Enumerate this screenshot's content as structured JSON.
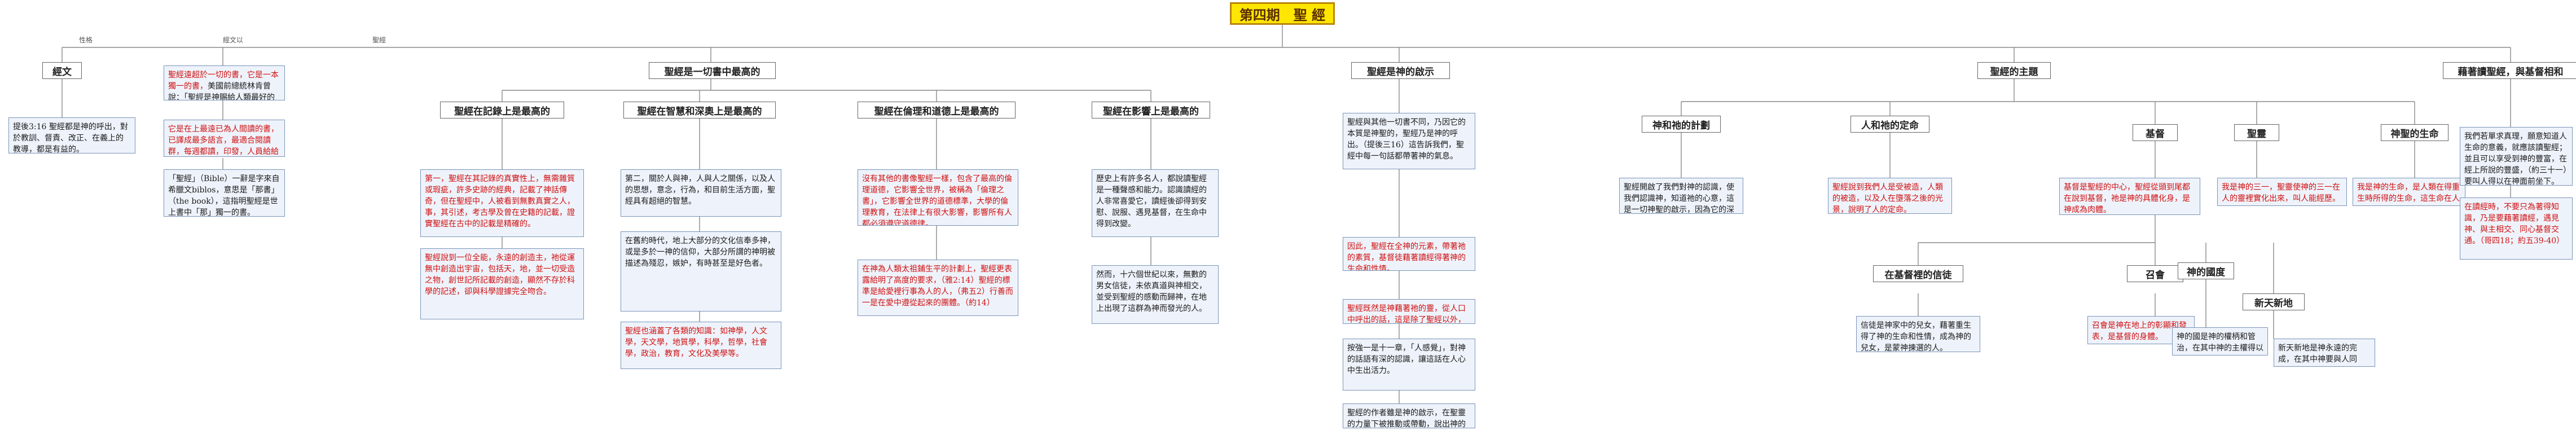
{
  "root": {
    "title": "第四期　聖 經"
  },
  "tags": {
    "t1": "性格",
    "t2": "經文以",
    "t3": "聖經"
  },
  "topics": {
    "jingwen": "經文",
    "zuigao": "聖經是一切書中最高的",
    "shenshi": "聖經是神的啟示",
    "zhuti": "聖經的主題",
    "duijiu": "藉著讀聖經，與基督相和",
    "jizai": "聖經在記錄上是最高的",
    "zhihui": "聖經在智慧和深奧上是最高的",
    "lunli": "聖經在倫理和道德上是最高的",
    "yingxiang": "聖經在影響上是最高的",
    "jihua": "神和祂的計劃",
    "dingming": "人和祂的定命",
    "jidu": "基督",
    "shengling": "聖靈",
    "shengming": "神聖的生命",
    "jiaohui": "在基督裡的信徒",
    "zhaohui": "召會",
    "guodu": "神的國度",
    "xintian": "新天新地"
  },
  "notes": {
    "n1": "提後3:16 聖經都是神的呼出，對於教訓、督責、改正、在義上的教導，都是有益的。",
    "n2a": "聖經遠超於一切的書，它是一本獨一的書，",
    "n2b": "美國前總統林肯曾說：「聖經是神賜給人類最好的禮物，救世主一切的美善，皆由此書傳給我們。」",
    "n3": "它是在上最遠已為人間讀的書，已譯成最多語言，最適合閱讀群，每週都讀，印發，人員給給轉向聖經，傳來安慰，發定和指引。",
    "n4": "「聖經」（Bible）一辭是字來自希臘文biblos，意思是「那書」（the book），這指明聖經是世上書中「那」獨一的書。",
    "n5a": "第一，聖經在其記錄的真實性上，無需雜質或瑕疵，許多史跡的經典，記載了神話傳奇，但在聖經中，人被看到無數真實之人，事，其引述，考古學及曾在史籍的記載，證實聖經在古中的記載是精確的。",
    "n5b": "聖經說到一位全能，永遠的創造主，祂從運無中創造出宇宙，包括天，地，並一切受造之物，創世記所記載的創造，顯然不存於科學的記述，卻與科學證據完全吻合。",
    "n6a": "第二，關於人與神，人與人之關係，以及人的思想，意念，行為，和目前生活方面，聖經具有超絕的智慧。",
    "n6b": "在舊約時代，地上大部分的文化信奉多神，或是多於一神的信仰，大部分所謂的神明被描述為殘忍，嫉妒，有時甚至是好色者。",
    "n6c": "聖經也涵蓋了各類的知識：如神學，人文學，天文學，地質學，科學，哲學，社會學，政治，教育，文化及美學等。",
    "n7a": "沒有其他的書像聖經一樣，包含了最高的倫理道德，它影響全世界，被稱為「倫理之書」，它影響全世界的道德標準，大學的倫理教育，在法律上有很大影響，影響所有人都必須遵守道德律。",
    "n7b": "在神為人類太祖鋪生平的計劃上，聖經更表露給明了高度的要求，（雅2:14）聖經的標準是給愛裡行事為人的人，（弗五2）行善而一是在愛中遵從起來的團體。（約14）",
    "n8a": "歷史上有許多名人，都說讀聖經是一種聲感和能力。認識讀經的人非常喜愛它，讀經後卻得到安慰、說服、遇見基督，在生命中得到改變。",
    "n8b": "然而，十六個世紀以來，無數的男女信徒，未依真道與神相交，並受到聖經的感動而歸神，在地上出現了這群為神而發光的人。",
    "n9a": "聖經與其他一切書不同，乃因它的本質是神聖的，聖經乃是神的呼出。（提後三16）這告訴我們，聖經中每一句話都帶著神的氣息。",
    "n9b": "因此，聖經在全神的元素，帶著祂的素質，基督徒藉著讀經得著神的生命和性情。",
    "n9c": "聖經既然是神藉著祂的靈，從人口中呼出的話，這是除了聖經以外，任何書籍都無法相比的。",
    "n9d": "按強一是十一章，「人感覺」，對神的話語有深的認識，讓這話在人心中生出活力。",
    "n9e": "聖經的作者雖是神的啟示，在聖靈的力量下被推動或帶動，說出神的話來。",
    "n10": "聖經開啟了我們對神的認識，使我們認識神，知道祂的心意，這是一切神聖的啟示，因為它的深處。",
    "n11": "聖經說到我們人是受被造，人類的被造，以及人在墮落之後的光景，說明了人的定命。",
    "n12": "基督是聖經的中心，聖經從頭到尾都在說到基督，祂是神的具體化身，是神成為肉體。",
    "n13": "我是神的三一，聖靈使神的三一在人的靈裡實化出來，叫人能經歷。",
    "n14": "我是神的生命，是人類在得重生時所得的生命，這生命在人裡面長大成熟。",
    "n15": "信徒是神家中的兒女，藉著重生得了神的生命和性情，成為神的兒女，是蒙神揀選的人。",
    "n16": "召會是神在地上的彰顯和發表，是基督的身體。",
    "n17": "神的國是神的權柄和管治，在其中神的主權得以實行。",
    "n18": "新天新地是神永遠的完成，在其中神要與人同住，直到永遠。",
    "n19a": "我們若單求真理，願意知道人生命的意義，就應該讀聖經；並且可以享受到神的豐富，在經上所說的豐盛，（約三十一）要叫人得以在神面前坐下。",
    "n19b": "在讀經時，不要只為著得知識，乃是要藉著讀經，遇見神、與主相交、同心基督交通。（哥四18；約五39-40）"
  },
  "colors": {
    "root_bg": "#ffe600",
    "root_border": "#b8860b",
    "note_bg": "#eef3fb",
    "note_border": "#7a94b8",
    "emphasis": "#d01010"
  }
}
